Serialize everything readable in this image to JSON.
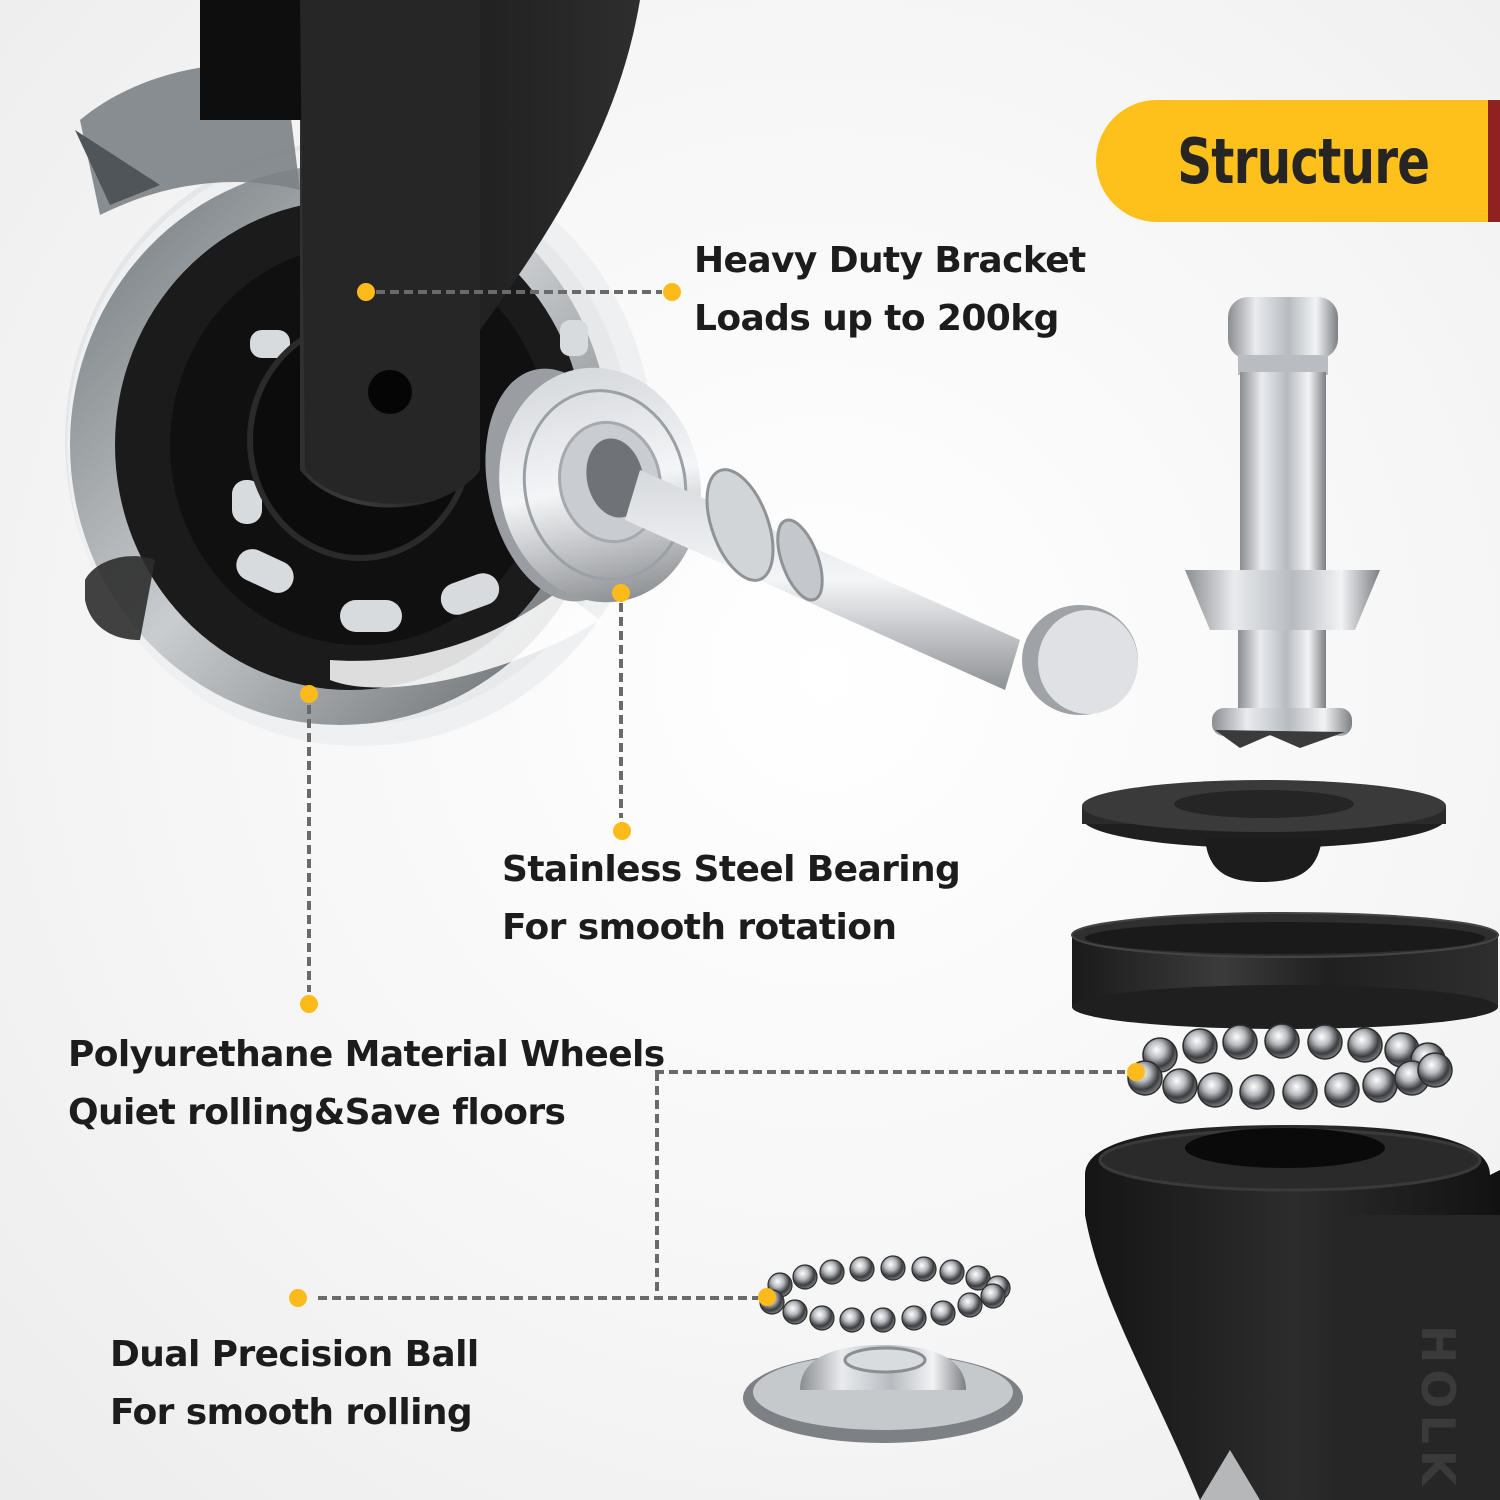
{
  "badge": {
    "label": "Structure",
    "color": "#fec01a",
    "accent_strip": "#8f2121"
  },
  "callouts": [
    {
      "id": "bracket",
      "title": "Heavy Duty Bracket",
      "subtitle": "Loads up to 200kg"
    },
    {
      "id": "bearing",
      "title": "Stainless Steel Bearing",
      "subtitle": "For smooth rotation"
    },
    {
      "id": "wheels",
      "title": "Polyurethane Material Wheels",
      "subtitle": "Quiet rolling&Save floors"
    },
    {
      "id": "balls",
      "title": "Dual Precision Ball",
      "subtitle": "For smooth rolling"
    }
  ],
  "brand_mark": "HOLK",
  "colors": {
    "dot": "#fdbb1b",
    "leader_line": "#6a6a6a",
    "text": "#1c1c1c",
    "metal_dark": "#1f1f1f"
  },
  "parts": [
    "wheel",
    "bracket",
    "axle-bearing",
    "axle-pin",
    "stem",
    "top-plate",
    "top-ring",
    "upper-ball-ring",
    "lower-ball-ring",
    "lower-cup",
    "swivel-housing"
  ]
}
